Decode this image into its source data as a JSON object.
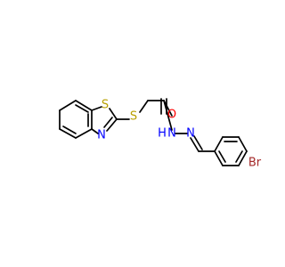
{
  "molecule": {
    "atoms": [
      {
        "id": "S_ring",
        "label": "S",
        "color": "#b8a000"
      },
      {
        "id": "N_ring",
        "label": "N",
        "color": "#0000ff"
      },
      {
        "id": "S_thio",
        "label": "S",
        "color": "#b8a000"
      },
      {
        "id": "O_carbonyl",
        "label": "O",
        "color": "#ff0000"
      },
      {
        "id": "NH",
        "label": "N",
        "color": "#0000ff"
      },
      {
        "id": "H_amide",
        "label": "H",
        "color": "#0000ff"
      },
      {
        "id": "N_imine",
        "label": "N",
        "color": "#0000ff"
      },
      {
        "id": "Br",
        "label": "Br",
        "color": "#a52a2a"
      }
    ]
  }
}
